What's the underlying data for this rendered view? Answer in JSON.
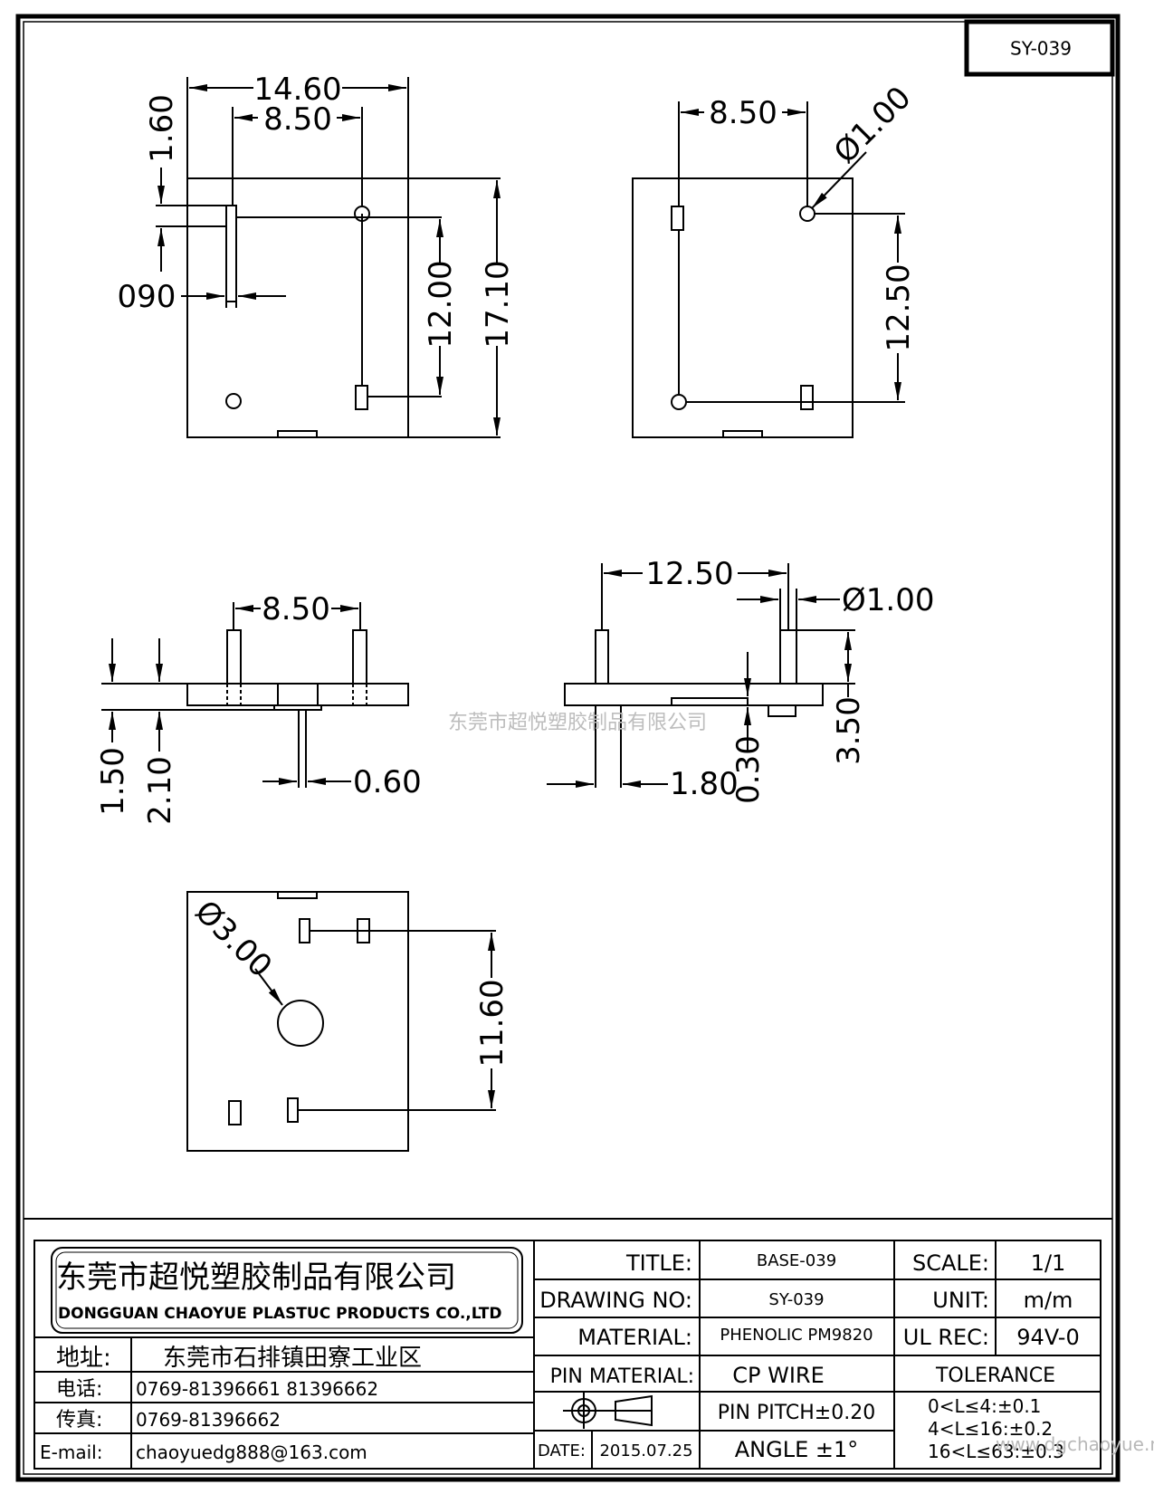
{
  "drawing_code": "SY-039",
  "watermark": "东莞市超悦塑胶制品有限公司",
  "top_left_view": {
    "dim_width": "14.60",
    "dim_pin_spacing": "8.50",
    "dim_top_offset": "1.60",
    "dim_pin_width": "090",
    "dim_inner_height": "12.00",
    "dim_total_height": "17.10"
  },
  "top_right_view": {
    "dim_pin_spacing": "8.50",
    "dim_hole_dia": "Ø1.00",
    "dim_height": "12.50"
  },
  "side_left_view": {
    "dim_pin_spacing": "8.50",
    "dim_thickness": "1.50",
    "dim_standoff": "2.10",
    "dim_tab_width": "0.60"
  },
  "side_right_view": {
    "dim_span": "12.50",
    "dim_pin_dia": "Ø1.00",
    "dim_pin_height": "3.50",
    "dim_step": "0.30",
    "dim_pin_gap": "1.80"
  },
  "bottom_view": {
    "dim_hole_dia": "Ø3.00",
    "dim_height": "11.60"
  },
  "title_block": {
    "company_cn": "东莞市超悦塑胶制品有限公司",
    "company_en": "DONGGUAN CHAOYUE PLASTUC PRODUCTS CO.,LTD",
    "address_label": "地址:",
    "address": "东莞市石排镇田寮工业区",
    "phone_label": "电话:",
    "phone": "0769-81396661   81396662",
    "fax_label": "传真:",
    "fax": "0769-81396662",
    "email_label": "E-mail:",
    "email": "chaoyuedg888@163.com",
    "title_label": "TITLE:",
    "title": "BASE-039",
    "drawing_no_label": "DRAWING NO:",
    "drawing_no": "SY-039",
    "material_label": "MATERIAL:",
    "material": "PHENOLIC PM9820",
    "pin_material_label": "PIN MATERIAL:",
    "pin_material": "CP WIRE",
    "pin_pitch": "PIN PITCH±0.20",
    "angle": "ANGLE  ±1°",
    "date_label": "DATE:",
    "date": "2015.07.25",
    "scale_label": "SCALE:",
    "scale": "1/1",
    "unit_label": "UNIT:",
    "unit": "m/m",
    "ul_label": "UL REC:",
    "ul": "94V-0",
    "tolerance_label": "TOLERANCE",
    "tolerance_rows": [
      "0<L≤4:±0.1",
      "4<L≤16:±0.2",
      "16<L≤63:±0.3"
    ],
    "web_watermark": "www.dgchaoyue.net"
  }
}
